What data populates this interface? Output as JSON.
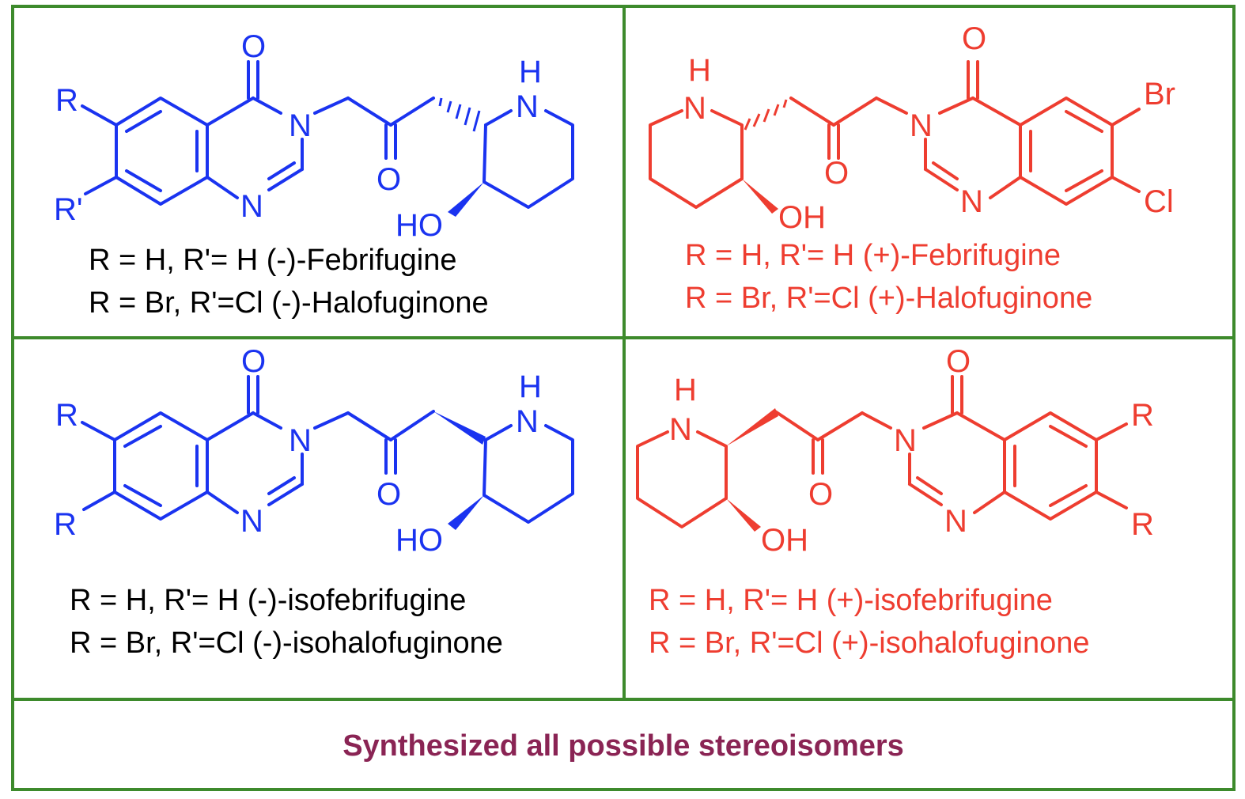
{
  "colors": {
    "frame": "#3d8a2c",
    "minus_series": "#1a33f0",
    "plus_series": "#ee3d30",
    "footer": "#8a2454",
    "caption_minus": "#000000"
  },
  "panels": [
    {
      "id": "tl",
      "atoms": {
        "o_carbonyl": "O",
        "n3": "N",
        "n1": "N",
        "o_ketone": "O",
        "n_pip": "N",
        "h_pip": "H",
        "oh": "HO",
        "r6": "R",
        "r7": "R'"
      },
      "captions": [
        "R = H, R'= H (-)-Febrifugine",
        "R = Br, R'=Cl (-)-Halofuginone"
      ]
    },
    {
      "id": "tr",
      "atoms": {
        "o_carbonyl": "O",
        "n3": "N",
        "n1": "N",
        "o_ketone": "O",
        "n_pip": "N",
        "h_pip": "H",
        "oh": "OH",
        "r6": "Br",
        "r7": "Cl"
      },
      "captions": [
        "R = H, R'= H (+)-Febrifugine",
        "R = Br, R'=Cl (+)-Halofuginone"
      ]
    },
    {
      "id": "bl",
      "atoms": {
        "o_carbonyl": "O",
        "n3": "N",
        "n1": "N",
        "o_ketone": "O",
        "n_pip": "N",
        "h_pip": "H",
        "oh": "HO",
        "r6": "R",
        "r7": "R"
      },
      "captions": [
        "R = H, R'= H (-)-isofebrifugine",
        "R = Br, R'=Cl (-)-isohalofuginone"
      ]
    },
    {
      "id": "br",
      "atoms": {
        "o_carbonyl": "O",
        "n3": "N",
        "n1": "N",
        "o_ketone": "O",
        "n_pip": "N",
        "h_pip": "H",
        "oh": "OH",
        "r6": "R",
        "r7": "R"
      },
      "captions": [
        "R = H, R'= H (+)-isofebrifugine",
        "R = Br, R'=Cl (+)-isohalofuginone"
      ]
    }
  ],
  "footer": {
    "text": "Synthesized all possible stereoisomers"
  }
}
